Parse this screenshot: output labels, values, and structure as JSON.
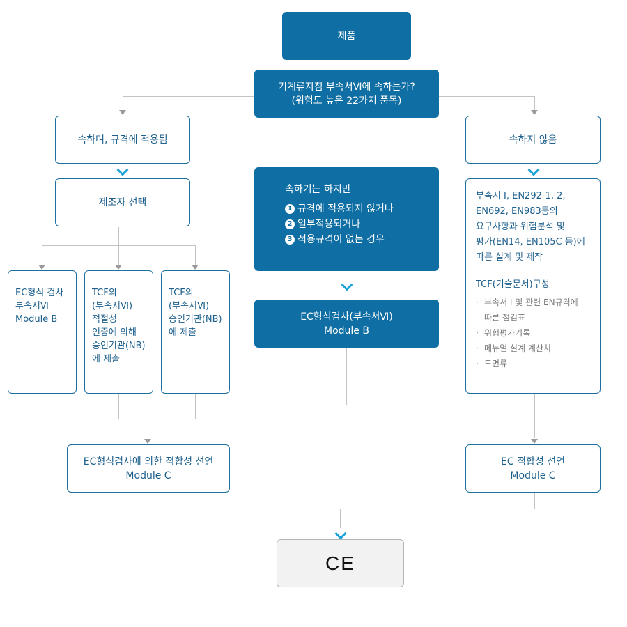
{
  "nodes": {
    "product": "제품",
    "question_line1": "기계류지침 부속서Ⅵ에 속하는가?",
    "question_line2": "(위험도 높은 22가지 품목)",
    "belongs": "속하며, 규격에 적용됨",
    "not_belongs": "속하지 않음",
    "manufacturer_choice": "제조자 선택",
    "exception_title": "속하기는 하지만",
    "exception_items": [
      {
        "num": "1",
        "text": "규격에 적용되지 않거나"
      },
      {
        "num": "2",
        "text": "일부적용되거나"
      },
      {
        "num": "3",
        "text": "적용규격이 없는 경우"
      }
    ],
    "option_a": [
      "EC형식 검사",
      "부속서Ⅵ",
      "Module B"
    ],
    "option_b": [
      "TCF의",
      "(부속서Ⅵ)",
      "적절성",
      "인증에 의해",
      "승인기관(NB)",
      "에 제출"
    ],
    "option_c": [
      "TCF의",
      "(부속서Ⅵ)",
      "승인기관(NB)",
      "에 제출"
    ],
    "ec_type_line1": "EC형식검사(부속서Ⅵ)",
    "ec_type_line2": "Module B",
    "right_lines": [
      "부속서 Ⅰ, EN292-1, 2,",
      "EN692, EN983등의",
      "요구사항과 위험분석 및",
      "평가(EN14, EN105C 등)에",
      "따른 설계 및 제작"
    ],
    "tcf_title": "TCF(기술문서)구성",
    "tcf_items": [
      "부속서 Ⅰ 및 관련 EN규격에",
      "따른 점검표",
      "위험평가기록",
      "메뉴얼 설계 계산치",
      "도면류"
    ],
    "conformity_left_line1": "EC형식검사에 의한 적합성 선언",
    "conformity_left_line2": "Module C",
    "conformity_right_line1": "EC 적합성 선언",
    "conformity_right_line2": "Module C",
    "ce_mark": "CE"
  },
  "colors": {
    "dark_box": "#0f6ea3",
    "outline": "#1d6f9e",
    "connector": "#c3c3c3",
    "chevron": "#1ba2d6",
    "final_box": "#f2f2f2"
  },
  "icons": [
    "arrow-down-icon",
    "chevron-down-icon"
  ]
}
